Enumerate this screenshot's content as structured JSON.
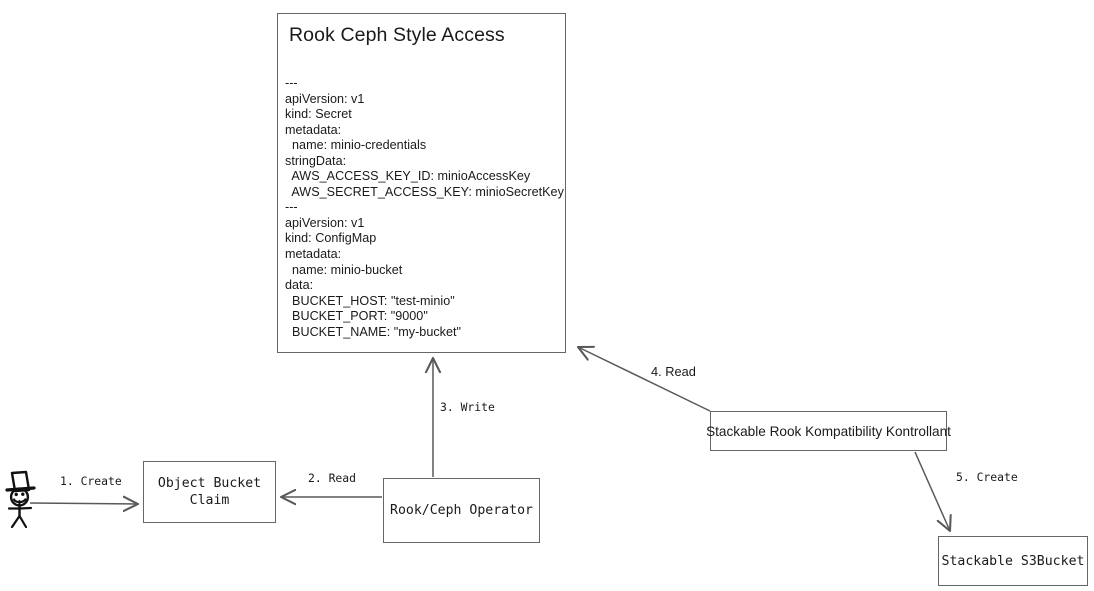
{
  "diagram": {
    "title": "Rook Ceph Style Access",
    "nodes": {
      "actor": {
        "name": "user-actor",
        "icon": "stick-figure-with-top-hat-icon"
      },
      "yaml_card": {
        "title": "Rook Ceph Style Access",
        "body": "---\napiVersion: v1\nkind: Secret\nmetadata:\n  name: minio-credentials\nstringData:\n  AWS_ACCESS_KEY_ID: minioAccessKey\n  AWS_SECRET_ACCESS_KEY: minioSecretKey\n---\napiVersion: v1\nkind: ConfigMap\nmetadata:\n  name: minio-bucket\ndata:\n  BUCKET_HOST: \"test-minio\"\n  BUCKET_PORT: \"9000\"\n  BUCKET_NAME: \"my-bucket\""
      },
      "object_bucket_claim": {
        "label": "Object Bucket\nClaim"
      },
      "rook_ceph_operator": {
        "label": "Rook/Ceph Operator"
      },
      "srkk": {
        "label": "Stackable Rook Kompatibility Kontrollant"
      },
      "s3bucket": {
        "label": "Stackable S3Bucket"
      }
    },
    "edges": [
      {
        "id": "create1",
        "label": "1. Create",
        "from": "actor",
        "to": "object_bucket_claim"
      },
      {
        "id": "read2",
        "label": "2. Read",
        "from": "rook_ceph_operator",
        "to": "object_bucket_claim"
      },
      {
        "id": "write3",
        "label": "3. Write",
        "from": "rook_ceph_operator",
        "to": "yaml_card"
      },
      {
        "id": "read4",
        "label": "4. Read",
        "from": "srkk",
        "to": "yaml_card"
      },
      {
        "id": "create5",
        "label": "5. Create",
        "from": "srkk",
        "to": "s3bucket"
      }
    ],
    "colors": {
      "background": "#ffffff",
      "node_border": "#666666",
      "edge_stroke": "#595959",
      "text": "#1a1a1a"
    }
  }
}
